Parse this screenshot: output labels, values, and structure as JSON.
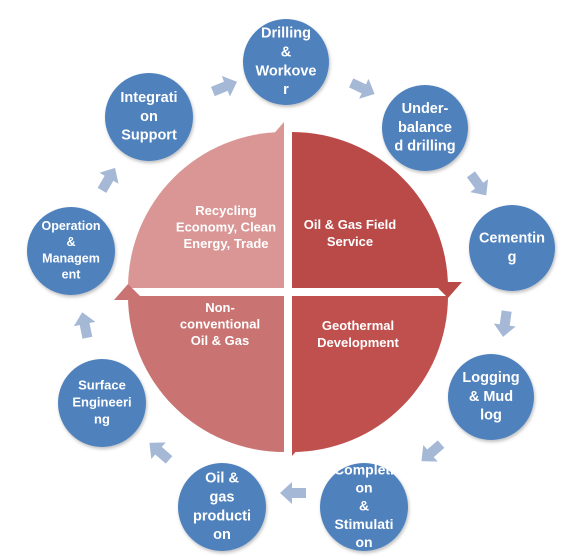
{
  "center": {
    "quadrants": [
      {
        "id": "top-right",
        "lines": [
          "Oil & Gas Field",
          "Service"
        ],
        "color": "#b94a48"
      },
      {
        "id": "top-left",
        "lines": [
          "Recycling",
          "Economy, Clean",
          "Energy, Trade"
        ],
        "color": "#d99694"
      },
      {
        "id": "bottom-left",
        "lines": [
          "Non-",
          "conventional",
          "Oil & Gas"
        ],
        "color": "#c97472"
      },
      {
        "id": "bottom-right",
        "lines": [
          "Geothermal",
          "Development"
        ],
        "color": "#c0504d"
      }
    ]
  },
  "ring": {
    "node_color": "#4f81bd",
    "arrow_color": "#a5b8d6",
    "nodes": [
      {
        "key": "drilling",
        "lines": [
          "Drilling",
          "&",
          "Workove",
          "r"
        ]
      },
      {
        "key": "under-balanced",
        "lines": [
          "Under-",
          "balance",
          "d drilling"
        ]
      },
      {
        "key": "cementing",
        "lines": [
          "Cementin",
          "g"
        ]
      },
      {
        "key": "logging",
        "lines": [
          "Logging",
          "& Mud",
          "log"
        ]
      },
      {
        "key": "completion",
        "lines": [
          "Completi",
          "on",
          "&",
          "Stimulati",
          "on"
        ]
      },
      {
        "key": "oil-gas-production",
        "lines": [
          "Oil &",
          "gas",
          "producti",
          "on"
        ]
      },
      {
        "key": "surface-engineering",
        "lines": [
          "Surface",
          "Engineeri",
          "ng"
        ]
      },
      {
        "key": "operation-management",
        "lines": [
          "Operation",
          "&",
          "Managem",
          "ent"
        ]
      },
      {
        "key": "integration-support",
        "lines": [
          "Integrati",
          "on",
          "Support"
        ]
      }
    ]
  }
}
